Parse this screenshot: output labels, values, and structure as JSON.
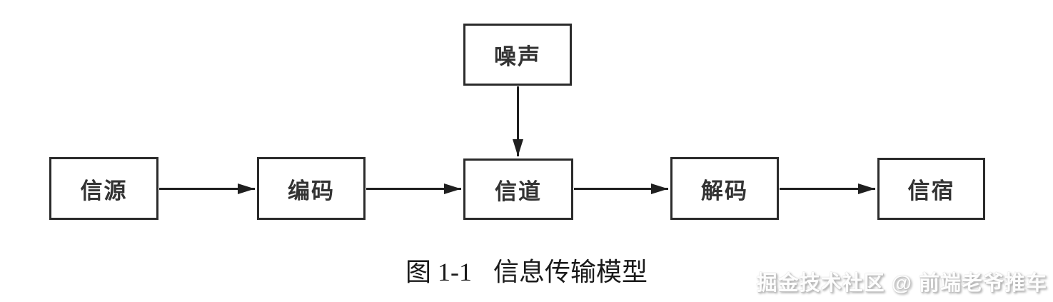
{
  "diagram": {
    "title": "信息传输模型",
    "nodes": {
      "noise": {
        "label": "噪声"
      },
      "source": {
        "label": "信源"
      },
      "encode": {
        "label": "编码"
      },
      "channel": {
        "label": "信道"
      },
      "decode": {
        "label": "解码"
      },
      "sink": {
        "label": "信宿"
      }
    },
    "edges": [
      {
        "from": "noise",
        "to": "channel",
        "direction": "down"
      },
      {
        "from": "source",
        "to": "encode",
        "direction": "right"
      },
      {
        "from": "encode",
        "to": "channel",
        "direction": "right"
      },
      {
        "from": "channel",
        "to": "decode",
        "direction": "right"
      },
      {
        "from": "decode",
        "to": "sink",
        "direction": "right"
      }
    ],
    "caption": {
      "label": "图 1-1",
      "title": "信息传输模型"
    }
  },
  "watermark": {
    "text": "掘金技术社区 @ 前端老爷推车"
  },
  "colors": {
    "background": "#ffffff",
    "box_border": "#2b2b2b",
    "box_text": "#333333",
    "arrow": "#1f1f1f",
    "caption_text": "#1a1a1a",
    "watermark_shadow": "#9a9a9a"
  }
}
